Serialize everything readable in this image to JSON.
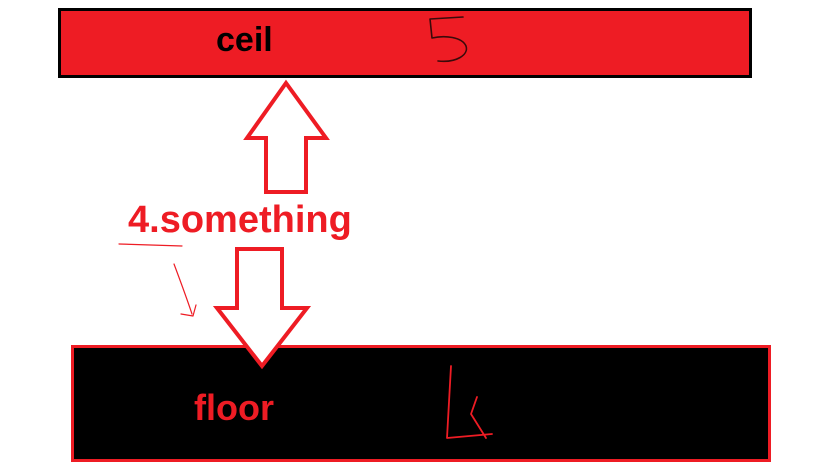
{
  "ceil": {
    "label": "ceil",
    "handwritten_value": "5"
  },
  "floor": {
    "label": "floor",
    "handwritten_value": "4"
  },
  "middle": {
    "label": "4.something"
  },
  "colors": {
    "ceil_fill": "#ee1c24",
    "ceil_border": "#000000",
    "floor_fill": "#000000",
    "floor_border": "#ee1c24",
    "label_red": "#ee1c24",
    "arrow_red": "#ee1c24"
  }
}
